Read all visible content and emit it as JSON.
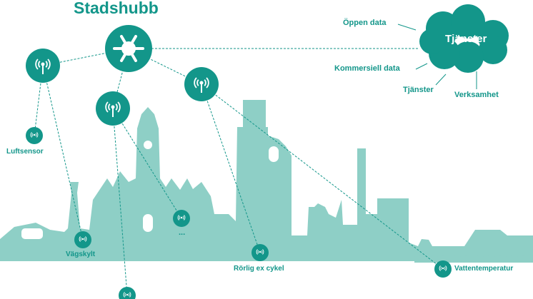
{
  "title": "Stadshubb",
  "cloud": {
    "label": "Tjänster",
    "inputs": [
      "Öppen data",
      "Kommersiell data",
      "Tjänster",
      "Verksamhet"
    ]
  },
  "sensors": {
    "luftsensor": "Luftsensor",
    "vagskylt": "Vägskylt",
    "more": "...",
    "rorlig": "Rörlig ex cykel",
    "vatten": "Vattentemperatur"
  },
  "colors": {
    "primary": "#13968a",
    "skyline": "#8ecfc6"
  }
}
